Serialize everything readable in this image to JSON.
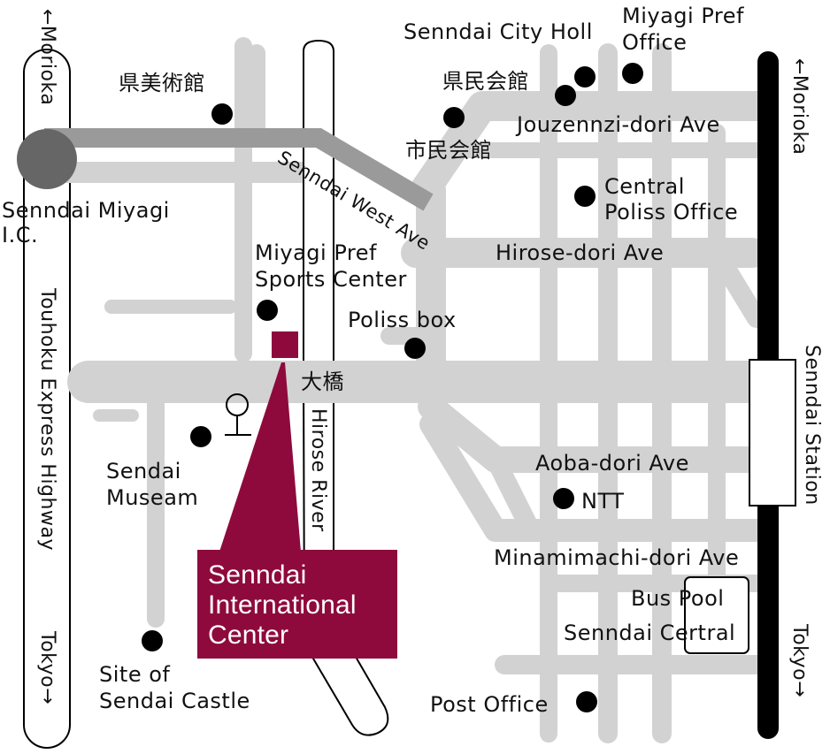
{
  "map": {
    "colors": {
      "road": "#d2d2d2",
      "road_dark": "#9a9a9a",
      "highway_dark": "#666666",
      "station_line": "#000000",
      "accent": "#8e0a3c",
      "marker": "#000000"
    },
    "center": {
      "lines": [
        "Senndai",
        "International",
        "Center"
      ]
    },
    "labels": {
      "morioka_left": "←Morioka",
      "tokyo_left": "Tokyo→",
      "touhoku_highway": "Touhoku Express Highway",
      "morioka_right": "←Morioka",
      "tokyo_right": "Tokyo→",
      "sendai_station": "Senndai Station",
      "sendai_miyagi_ic_1": "Senndai Miyagi",
      "sendai_miyagi_ic_2": "I.C.",
      "art_museum": "県美術館",
      "city_hall": "Senndai City Holl",
      "pref_office_1": "Miyagi Pref",
      "pref_office_2": "Office",
      "kenmin_kaikan": "県民会館",
      "jouzenji": "Jouzennzi-dori Ave",
      "shimin_kaikan": "市民会館",
      "west_ave": "Senndai West Ave",
      "central_police_1": "Central",
      "central_police_2": "Poliss Office",
      "hirose_dori": "Hirose-dori Ave",
      "sports_center_1": "Miyagi Pref",
      "sports_center_2": "Sports Center",
      "police_box": "Poliss box",
      "ohashi": "大橋",
      "hirose_river": "Hirose River",
      "museum_1": "Sendai",
      "museum_2": "Museam",
      "aoba_dori": "Aoba-dori Ave",
      "ntt": "NTT",
      "minamimachi": "Minamimachi-dori Ave",
      "bus_pool_1": "Bus Pool",
      "bus_pool_2": "Senndai Certral",
      "castle_1": "Site of",
      "castle_2": "Sendai Castle",
      "post_office": "Post Office"
    }
  }
}
